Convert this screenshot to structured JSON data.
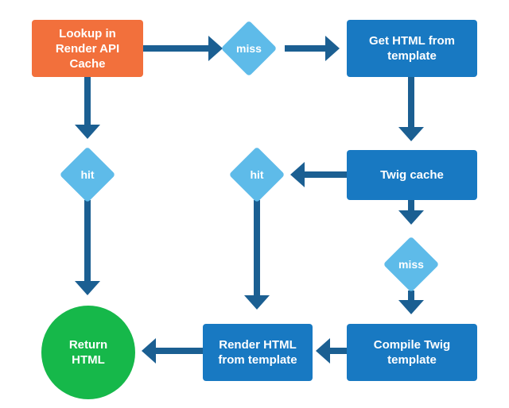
{
  "colors": {
    "arrow": "#1b5f92",
    "start_box": "#f2703c",
    "process_box": "#1879c2",
    "decision": "#5ebbe9",
    "end_circle": "#16b84a",
    "text": "#ffffff"
  },
  "nodes": {
    "lookup_cache": "Lookup in Render API Cache",
    "get_html": "Get HTML from template",
    "twig_cache": "Twig cache",
    "compile_twig": "Compile Twig template",
    "render_html": "Render HTML from template",
    "return_html": "Return HTML"
  },
  "decisions": {
    "miss_top": "miss",
    "hit_left": "hit",
    "hit_middle": "hit",
    "miss_right": "miss"
  }
}
